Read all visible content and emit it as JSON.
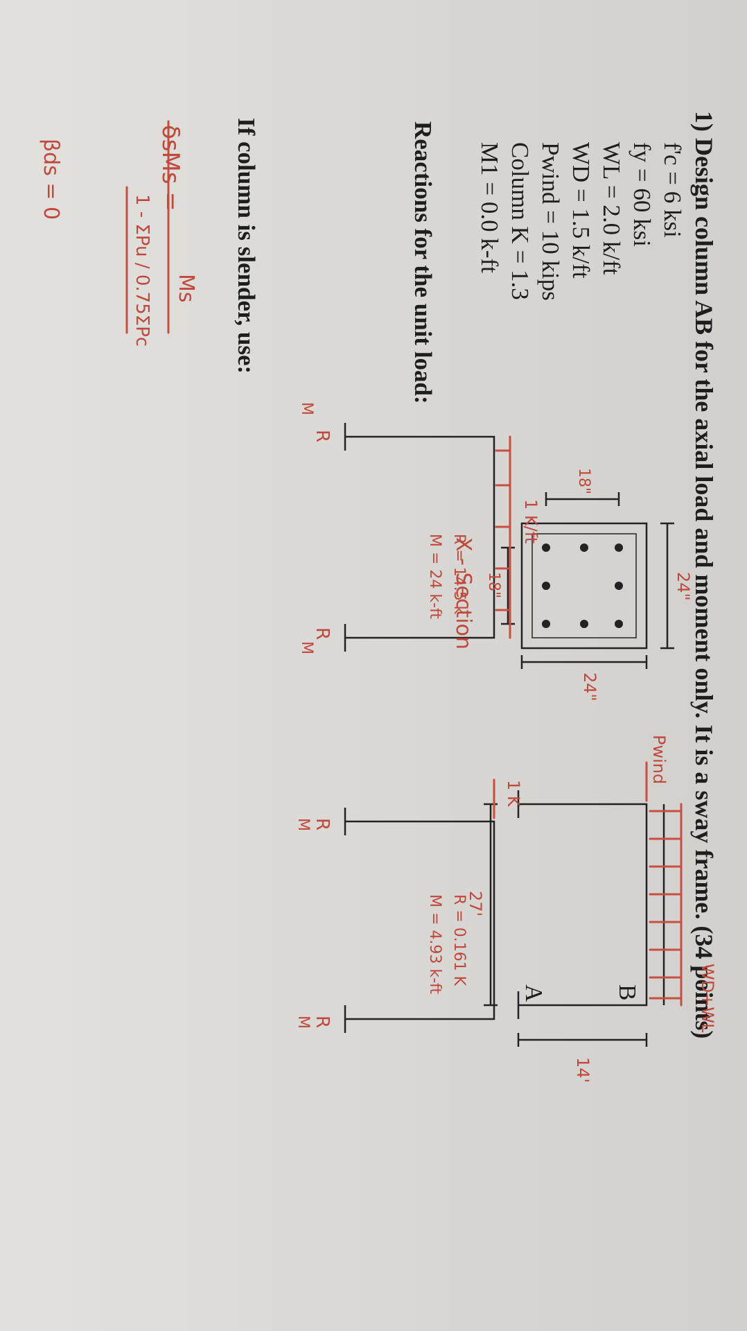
{
  "problem": {
    "title": "1) Design column AB for the axial load and moment only. It is a sway frame. (34 points)",
    "givens": [
      "f'c = 6 ksi",
      "fy = 60 ksi",
      "WL = 2.0 k/ft",
      "WD = 1.5 k/ft",
      "Pwind = 10 kips",
      "Column K = 1.3",
      "M1 = 0.0 k-ft"
    ],
    "reactions_label": "Reactions for the unit load:",
    "slender_label": "If column is slender, use:"
  },
  "frame": {
    "load_label": "WD+WL",
    "wind_label": "Pwind",
    "joint_b": "B",
    "joint_a": "A",
    "height": "14'",
    "span": "27'"
  },
  "section": {
    "width": "24\"",
    "height": "24\"",
    "bar_spacing_h": "18\"",
    "bar_spacing_v": "18\"",
    "caption": "X - Section"
  },
  "unit_frames": {
    "uniform": {
      "load": "1 K/ft",
      "reaction": "R = 14.5 k",
      "moment": "M = 24 k-ft"
    },
    "lateral": {
      "load": "1 K",
      "reaction": "R = 0.161 K",
      "moment": "M = 4.93 k-ft"
    },
    "reaction_symbol": "R",
    "moment_symbol": "M"
  },
  "formula": {
    "lhs": "δsMs =",
    "numerator": "Ms",
    "denominator": "1 - ΣPu / 0.75ΣPc",
    "beta": "βds = 0"
  }
}
